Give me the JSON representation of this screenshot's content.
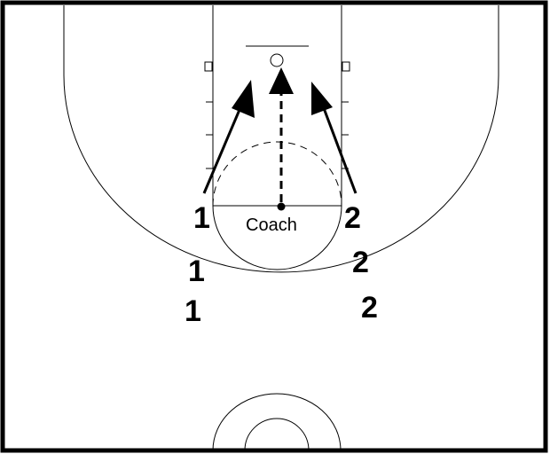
{
  "colors": {
    "lines": "#000000",
    "background": "#ffffff"
  },
  "coach": {
    "label": "Coach"
  },
  "players": [
    {
      "id": "left-player-active",
      "label": "1"
    },
    {
      "id": "left-player-queue-1",
      "label": "1"
    },
    {
      "id": "left-player-queue-2",
      "label": "1"
    },
    {
      "id": "right-player-active",
      "label": "2"
    },
    {
      "id": "right-player-queue-1",
      "label": "2"
    },
    {
      "id": "right-player-queue-2",
      "label": "2"
    }
  ],
  "movements": [
    {
      "type": "cut",
      "from": "left-player-active",
      "to": "basket"
    },
    {
      "type": "cut",
      "from": "right-player-active",
      "to": "basket"
    },
    {
      "type": "pass",
      "from": "coach",
      "to": "basket"
    }
  ]
}
